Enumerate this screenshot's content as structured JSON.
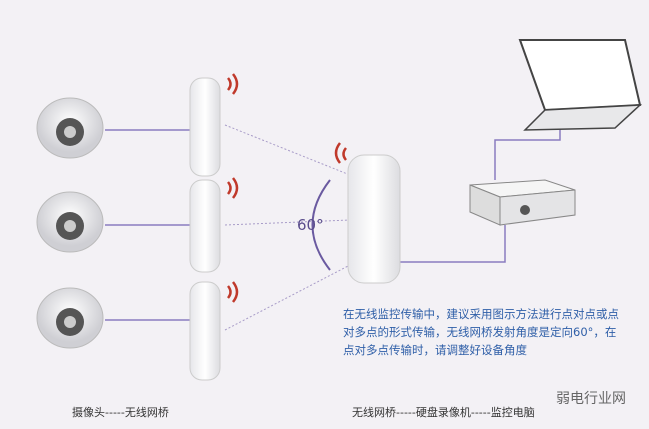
{
  "labels": {
    "left": "摄像头-----无线网桥",
    "right": "无线网桥-----硬盘录像机-----监控电脑",
    "angle": "60°"
  },
  "note": "在无线监控传输中，建议采用图示方法进行点对点或点对多点的形式传输，无线网桥发射角度是定向60°，在点对多点传输时，请调整好设备角度",
  "watermark": "弱电行业网",
  "colors": {
    "link": "#8a7cc0",
    "note": "#2f5fa8",
    "signal": "#c0392b"
  }
}
